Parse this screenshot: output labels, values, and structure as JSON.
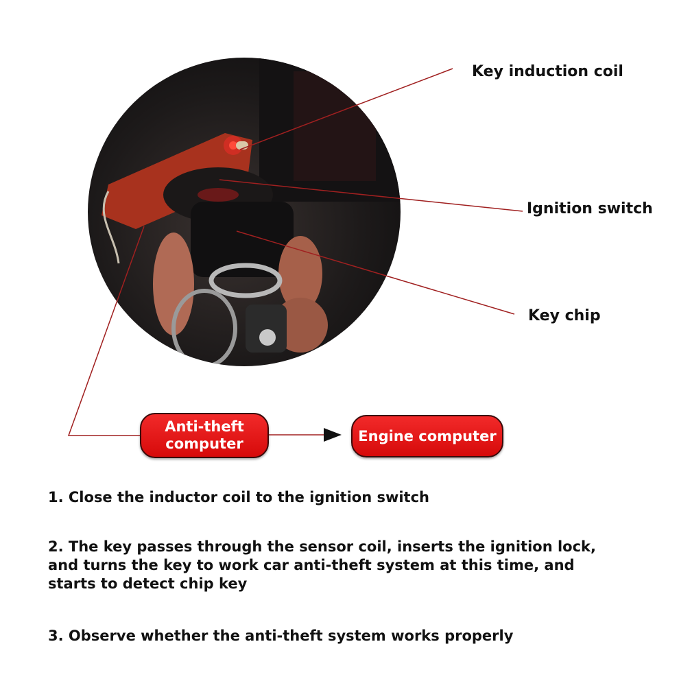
{
  "labels": {
    "coil": "Key induction coil",
    "ignition": "Ignition switch",
    "chip": "Key chip"
  },
  "flow": {
    "anti_theft": "Anti-theft\ncomputer",
    "engine": "Engine computer"
  },
  "steps": [
    "1. Close the inductor coil to the ignition switch",
    "2. The key passes through the sensor coil, inserts the ignition lock, and turns the key to work car anti-theft system at this time, and starts to detect chip key",
    "3. Observe whether the anti-theft system works properly"
  ],
  "colors": {
    "accent": "#e01010",
    "callout_line": "#a02020",
    "text": "#111111"
  },
  "icons": {
    "arrow": "arrow-right-icon"
  }
}
